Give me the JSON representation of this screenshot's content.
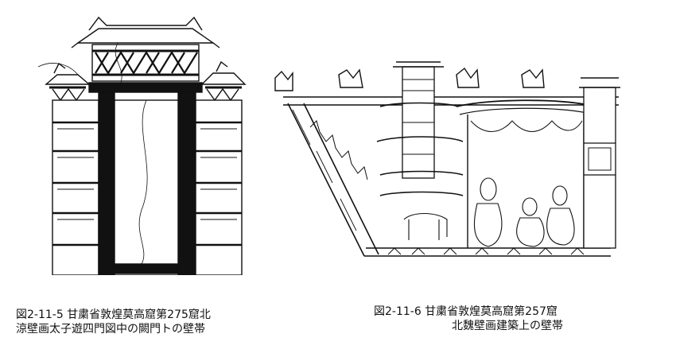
{
  "figures": [
    {
      "caption_line1": "図2-11-5  甘粛省敦煌莫高窟第275窟北",
      "caption_line2": "涼壁画太子遊四門図中の闕門トの壁帯"
    },
    {
      "caption_line1": "図2-11-6  甘粛省敦煌莫高窟第257窟",
      "caption_line2": "北魏壁画建築上の壁帯"
    }
  ],
  "colors": {
    "ink": "#111111",
    "paper": "#ffffff"
  }
}
